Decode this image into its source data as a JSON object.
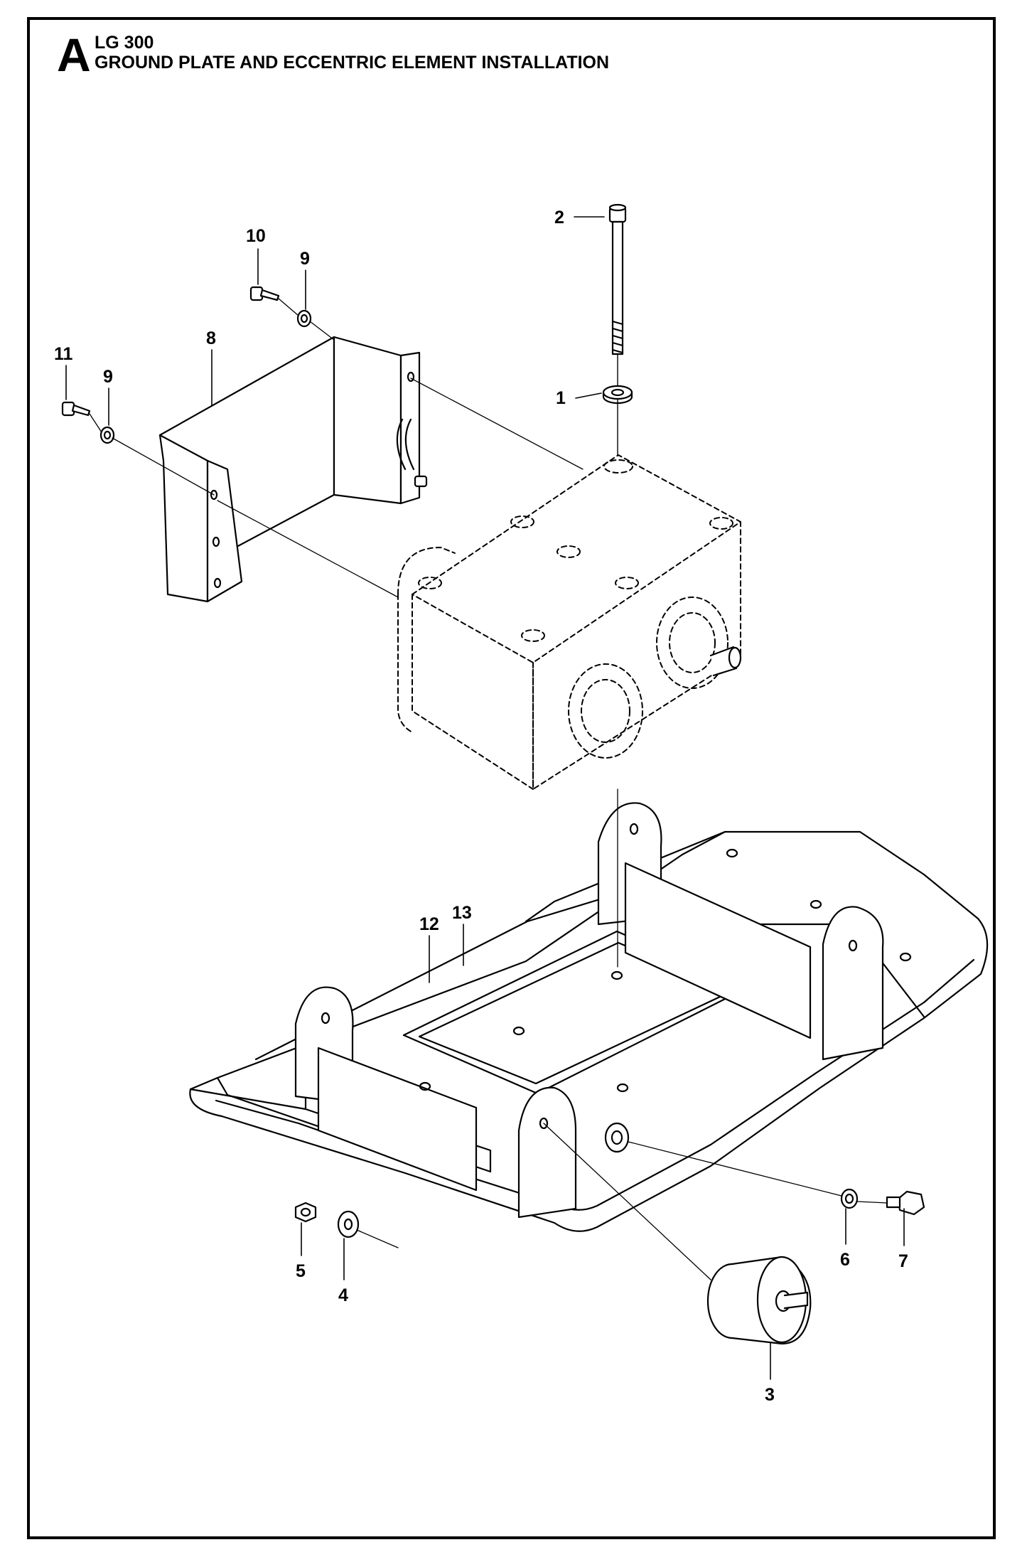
{
  "header": {
    "section_letter": "A",
    "model": "LG 300",
    "title": "GROUND PLATE AND ECCENTRIC ELEMENT INSTALLATION"
  },
  "callouts": {
    "c1": "1",
    "c2": "2",
    "c3": "3",
    "c4": "4",
    "c5": "5",
    "c6": "6",
    "c7": "7",
    "c8": "8",
    "c9a": "9",
    "c9b": "9",
    "c10": "10",
    "c11": "11",
    "c12": "12",
    "c13": "13"
  }
}
